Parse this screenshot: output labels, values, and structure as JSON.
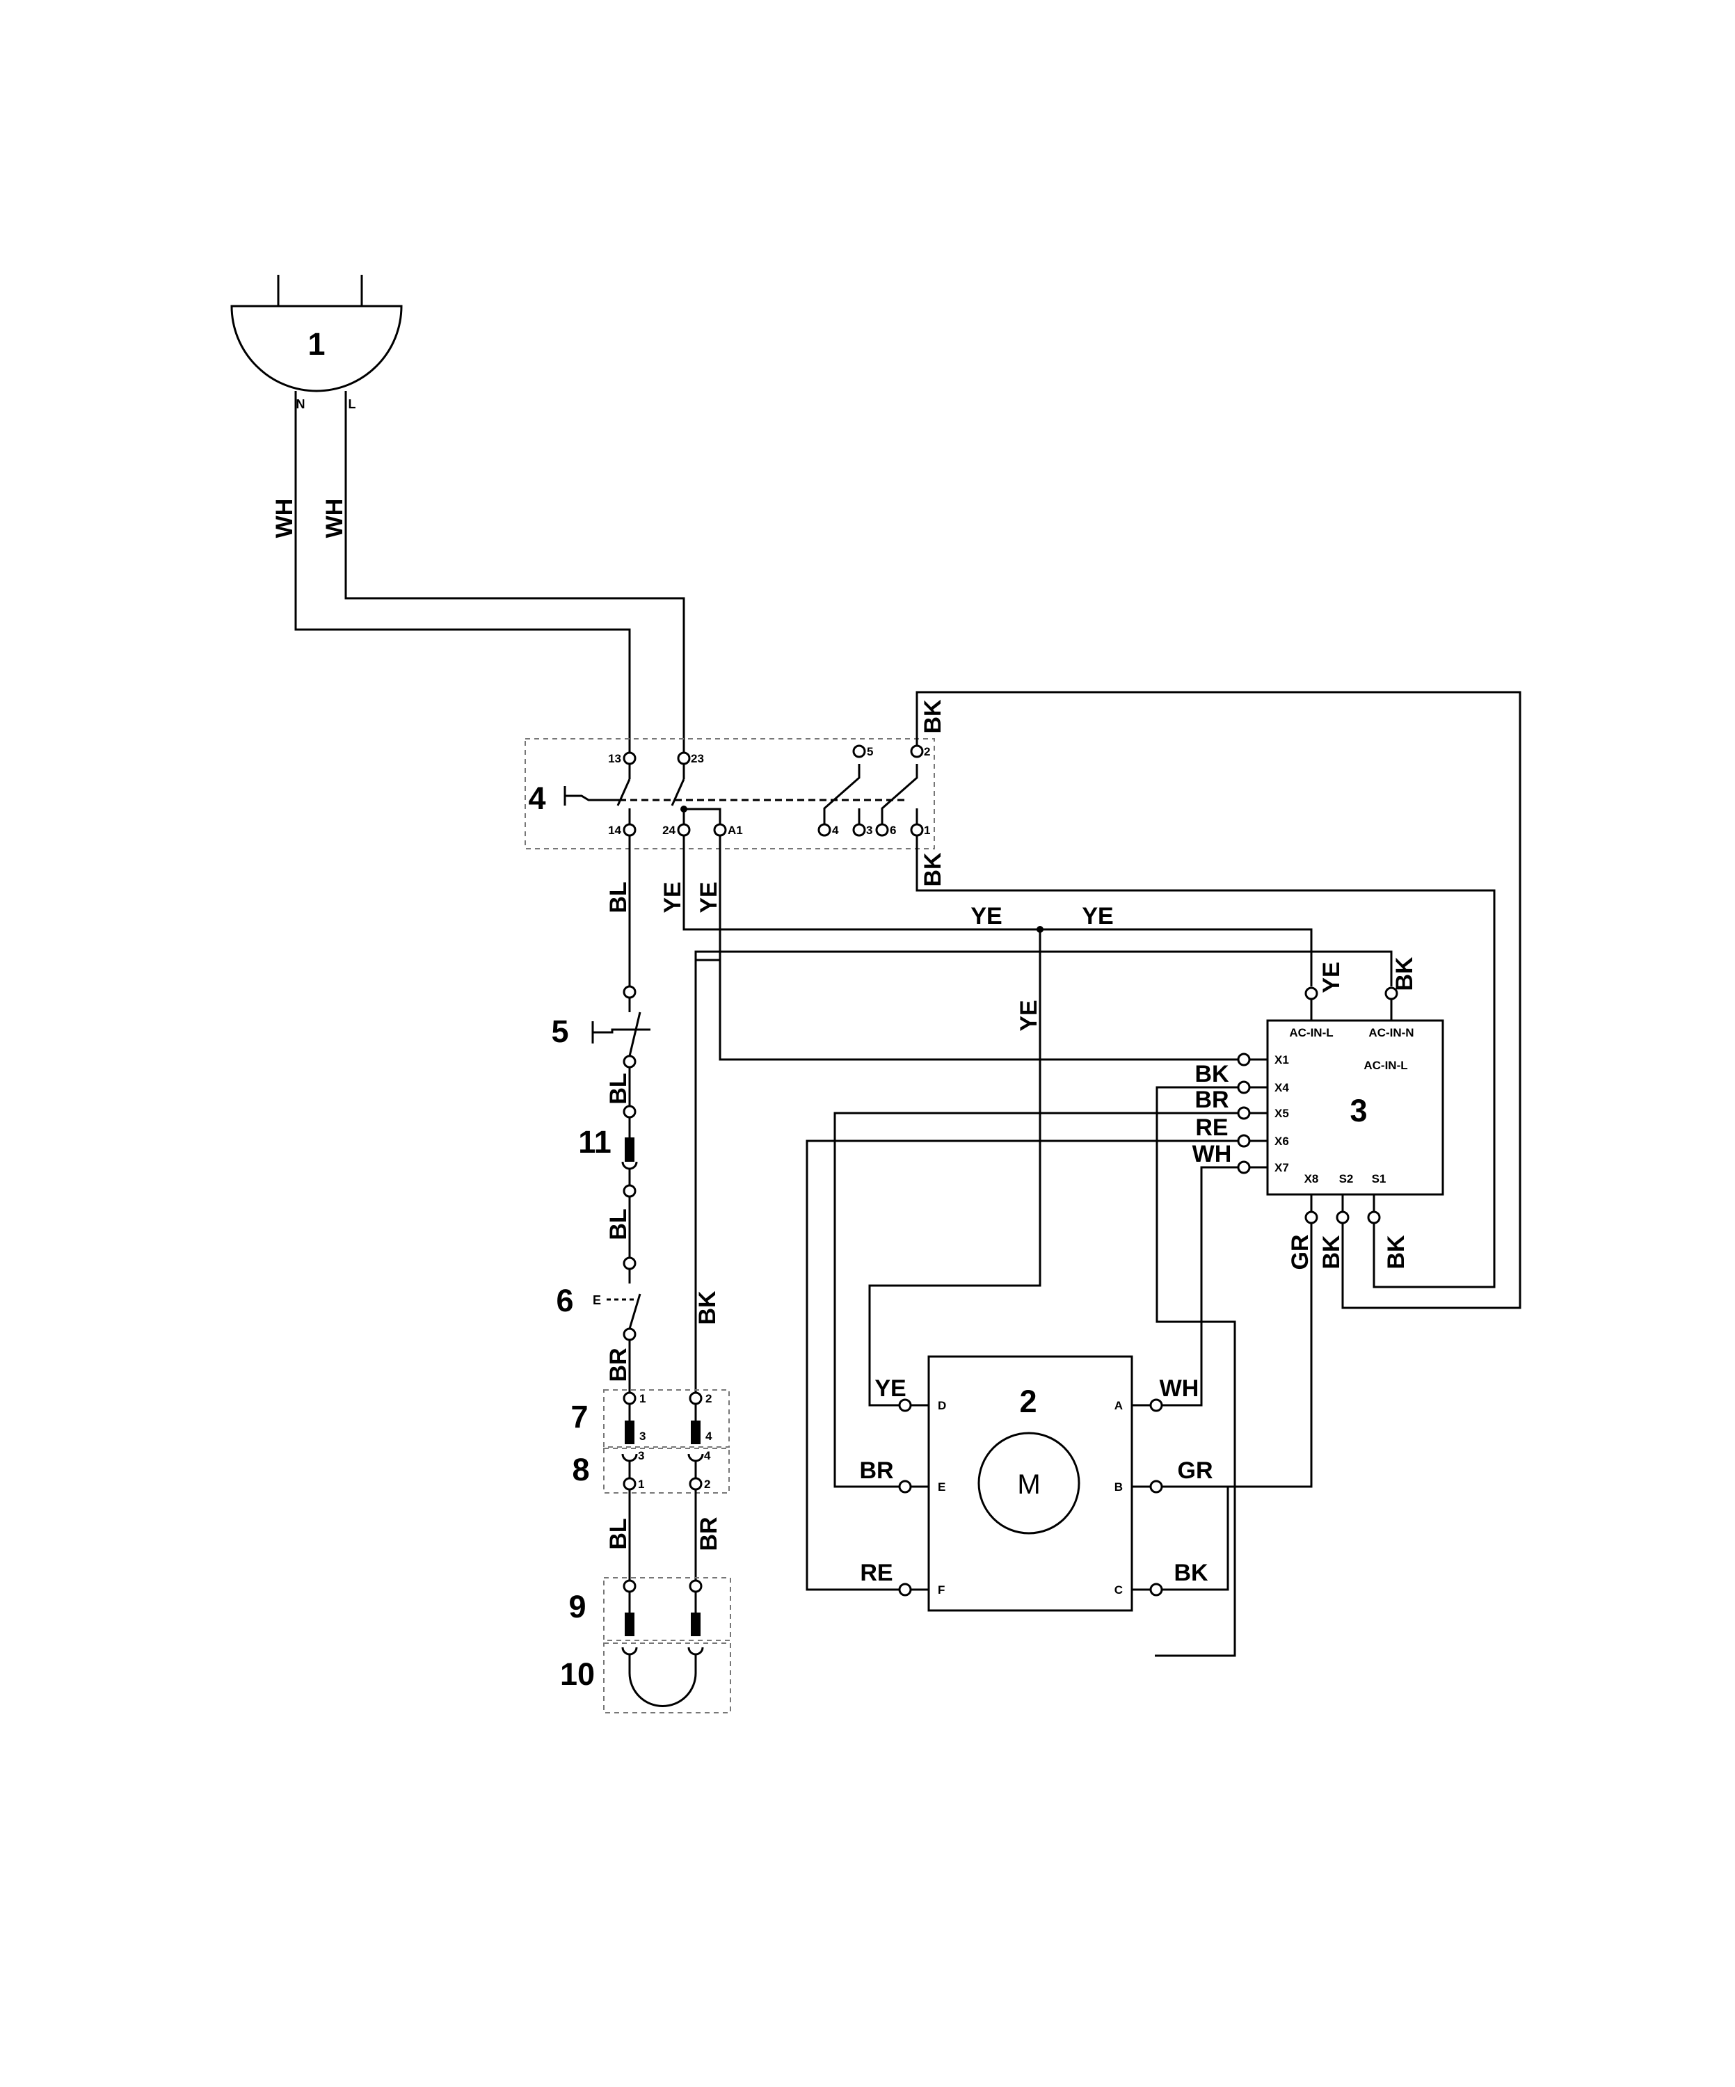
{
  "components": {
    "plug": "1",
    "motor": "2",
    "controller": "3",
    "main_switch": "4",
    "switch_5": "5",
    "switch_6": "6",
    "connector_7": "7",
    "connector_8": "8",
    "connector_9": "9",
    "connector_10": "10",
    "connector_11": "11"
  },
  "plug": {
    "n": "N",
    "l": "L"
  },
  "motor_symbol": "M",
  "wire_colors": {
    "WH": "WH",
    "BL": "BL",
    "YE": "YE",
    "BK": "BK",
    "BR": "BR",
    "RE": "RE",
    "GR": "GR"
  },
  "switch4_terms": {
    "t13": "13",
    "t23": "23",
    "t5": "5",
    "t2": "2",
    "t14": "14",
    "t24": "24",
    "a1": "A1",
    "t4": "4",
    "t3": "3",
    "t6": "6",
    "t1": "1"
  },
  "switch6_mark": "E",
  "controller_terms": {
    "ac_in_l": "AC-IN-L",
    "ac_in_n": "AC-IN-N",
    "ac_in_l2": "AC-IN-L",
    "x1": "X1",
    "x4": "X4",
    "x5": "X5",
    "x6": "X6",
    "x7": "X7",
    "x8": "X8",
    "s2": "S2",
    "s1": "S1"
  },
  "motor_terms": {
    "d": "D",
    "e": "E",
    "f": "F",
    "a": "A",
    "b": "B",
    "c": "C"
  },
  "pins": {
    "p1": "1",
    "p2": "2",
    "p3": "3",
    "p4": "4"
  }
}
